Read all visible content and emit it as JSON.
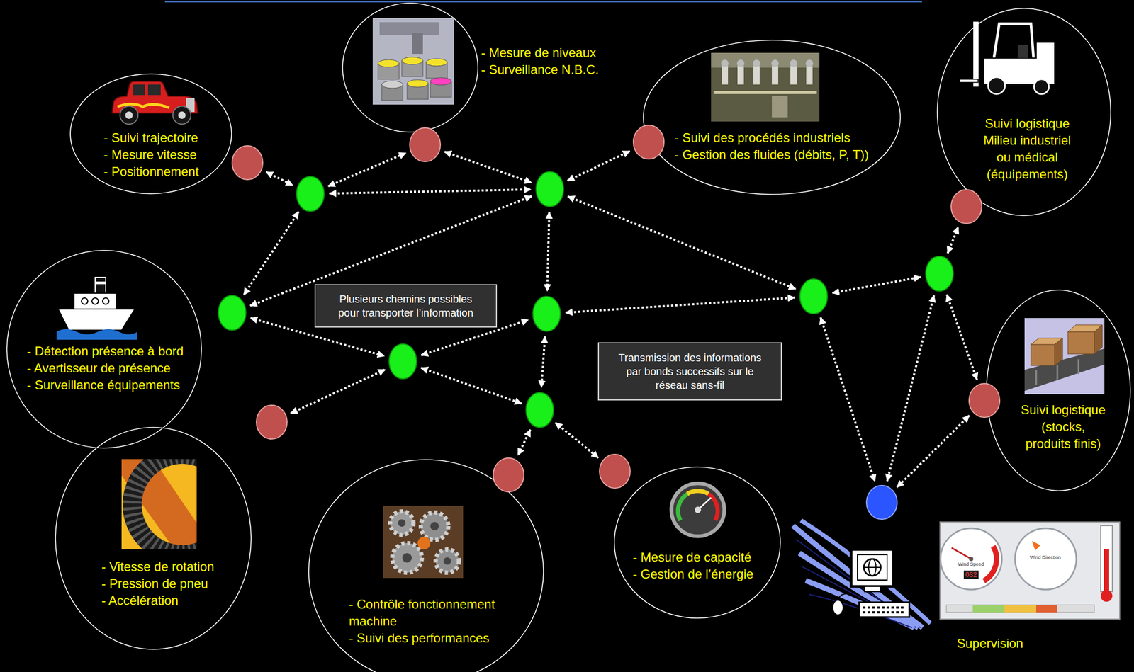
{
  "diagram": {
    "nodes": [
      {
        "text": [
          "- Suivi trajectoire",
          "- Mesure vitesse",
          "- Positionnement"
        ]
      },
      {
        "text": [
          "- Mesure de niveaux",
          "- Surveillance N.B.C."
        ]
      },
      {
        "text": [
          "- Suivi des procédés industriels",
          "- Gestion des fluides (débits, P, T))"
        ]
      },
      {
        "text": [
          "Suivi logistique Milieu industriel ou médical (équipements)"
        ]
      },
      {
        "text": [
          "- Détection présence à bord",
          "- Avertisseur de présence",
          "- Surveillance équipements"
        ]
      },
      {
        "text": [
          "Plusieurs chemins possibles pour transporter l’information"
        ]
      },
      {
        "text": [
          "Transmission des informations par bonds successifs sur le réseau sans-fil"
        ]
      },
      {
        "text": [
          "Suivi logistique (stocks, produits finis)"
        ]
      },
      {
        "text": [
          "- Vitesse de rotation",
          "- Pression de pneu",
          "- Accélération"
        ]
      },
      {
        "text": [
          "- Contrôle fonctionnement machine",
          "- Suivi des performances"
        ]
      },
      {
        "text": [
          "- Mesure de capacité",
          "- Gestion de l’énergie"
        ]
      },
      {
        "text": []
      },
      {
        "text": []
      },
      {
        "text": []
      },
      {
        "text": []
      },
      {
        "text": []
      },
      {
        "text": []
      },
      {
        "text": []
      },
      {
        "text": []
      },
      {
        "text": []
      },
      {
        "text": []
      },
      {
        "text": []
      },
      {
        "text": []
      },
      {
        "text": []
      },
      {
        "text": []
      },
      {
        "text": []
      },
      {
        "text": []
      },
      {
        "text": []
      }
    ],
    "edges": [
      {
        "from": 11,
        "to": 19,
        "arrow": "both"
      },
      {
        "from": 19,
        "to": 12,
        "arrow": "both"
      },
      {
        "from": 19,
        "to": 20,
        "arrow": "both"
      },
      {
        "from": 12,
        "to": 20,
        "arrow": "both"
      },
      {
        "from": 20,
        "to": 13,
        "arrow": "both"
      },
      {
        "from": 20,
        "to": 21,
        "arrow": "both"
      },
      {
        "from": 19,
        "to": 21,
        "arrow": "both"
      },
      {
        "from": 20,
        "to": 22,
        "arrow": "both"
      },
      {
        "from": 20,
        "to": 25,
        "arrow": "both"
      },
      {
        "from": 22,
        "to": 25,
        "arrow": "both"
      },
      {
        "from": 21,
        "to": 23,
        "arrow": "both"
      },
      {
        "from": 23,
        "to": 22,
        "arrow": "both"
      },
      {
        "from": 15,
        "to": 23,
        "arrow": "both"
      },
      {
        "from": 23,
        "to": 24,
        "arrow": "both"
      },
      {
        "from": 22,
        "to": 24,
        "arrow": "both"
      },
      {
        "from": 24,
        "to": 16,
        "arrow": "both"
      },
      {
        "from": 24,
        "to": 17,
        "arrow": "both"
      },
      {
        "from": 25,
        "to": 26,
        "arrow": "both"
      },
      {
        "from": 26,
        "to": 14,
        "arrow": "both"
      },
      {
        "from": 26,
        "to": 18,
        "arrow": "both"
      },
      {
        "from": 25,
        "to": 27,
        "arrow": "both"
      },
      {
        "from": 26,
        "to": 27,
        "arrow": "both"
      },
      {
        "from": 18,
        "to": 27,
        "arrow": "both"
      }
    ],
    "labels": [
      "Supervision",
      "Wind Speed",
      "Wind Direction",
      "032"
    ]
  }
}
